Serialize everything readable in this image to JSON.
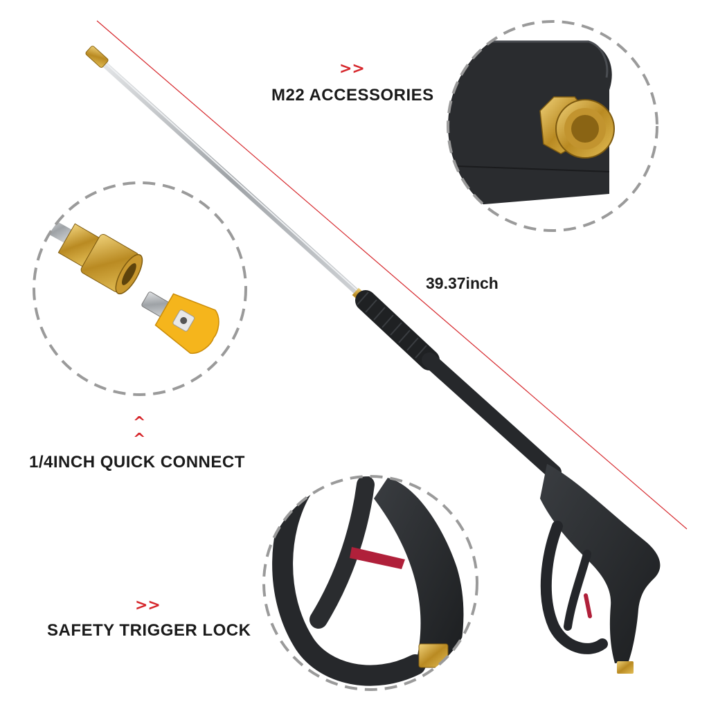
{
  "labels": {
    "m22": "M22 ACCESSORIES",
    "quick_connect": "1/4INCH QUICK CONNECT",
    "trigger_lock": "SAFETY TRIGGER LOCK",
    "length": "39.37inch"
  },
  "markers": {
    "double_arrow": ">>",
    "caret": "^"
  },
  "colors": {
    "accent_red": "#d6262b",
    "brass": "#c9a23c",
    "nozzle_yellow": "#f5b51c",
    "gun_black": "#2b2d30",
    "lance_steel": "#b9bcbf",
    "dash_gray": "#9a9a9a"
  }
}
